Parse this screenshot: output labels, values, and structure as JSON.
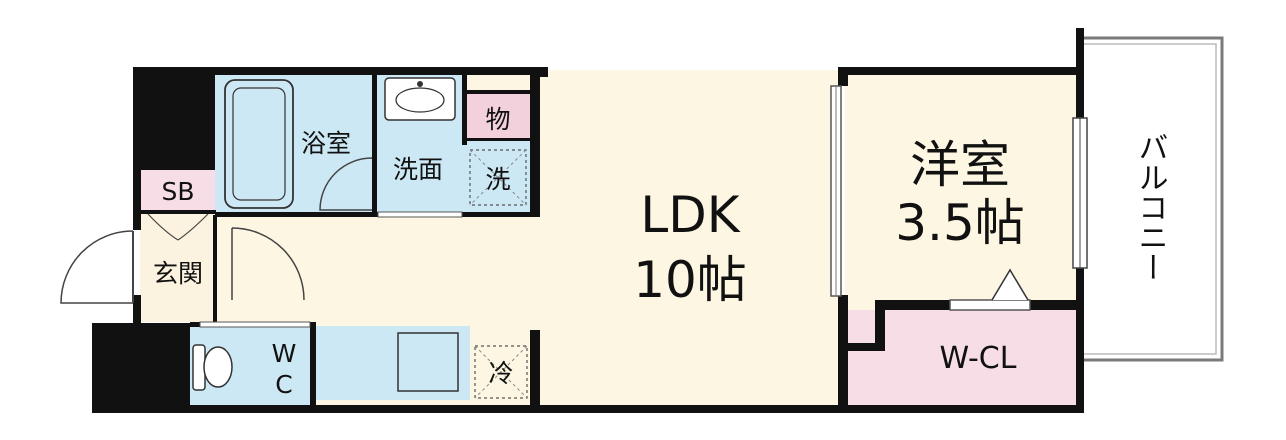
{
  "labels": {
    "ldk_name": "LDK",
    "ldk_size": "10帖",
    "western_name": "洋室",
    "western_size": "3.5帖",
    "balcony": "バルコニー",
    "bath": "浴室",
    "washroom": "洗面",
    "storage": "物",
    "laundry": "洗",
    "shoebox": "SB",
    "entrance": "玄関",
    "wc_top": "W",
    "wc_bottom": "C",
    "fridge": "冷",
    "walk_in_closet": "W-CL"
  },
  "colors": {
    "wall": "#111111",
    "ldk_floor": "#fdf6e3",
    "wet_area": "#cde8f5",
    "closet": "#f6dde6",
    "storage_tag": "#f3d1dc",
    "entrance_floor": "#fbf3df",
    "balcony_line": "#7a7a7a"
  }
}
